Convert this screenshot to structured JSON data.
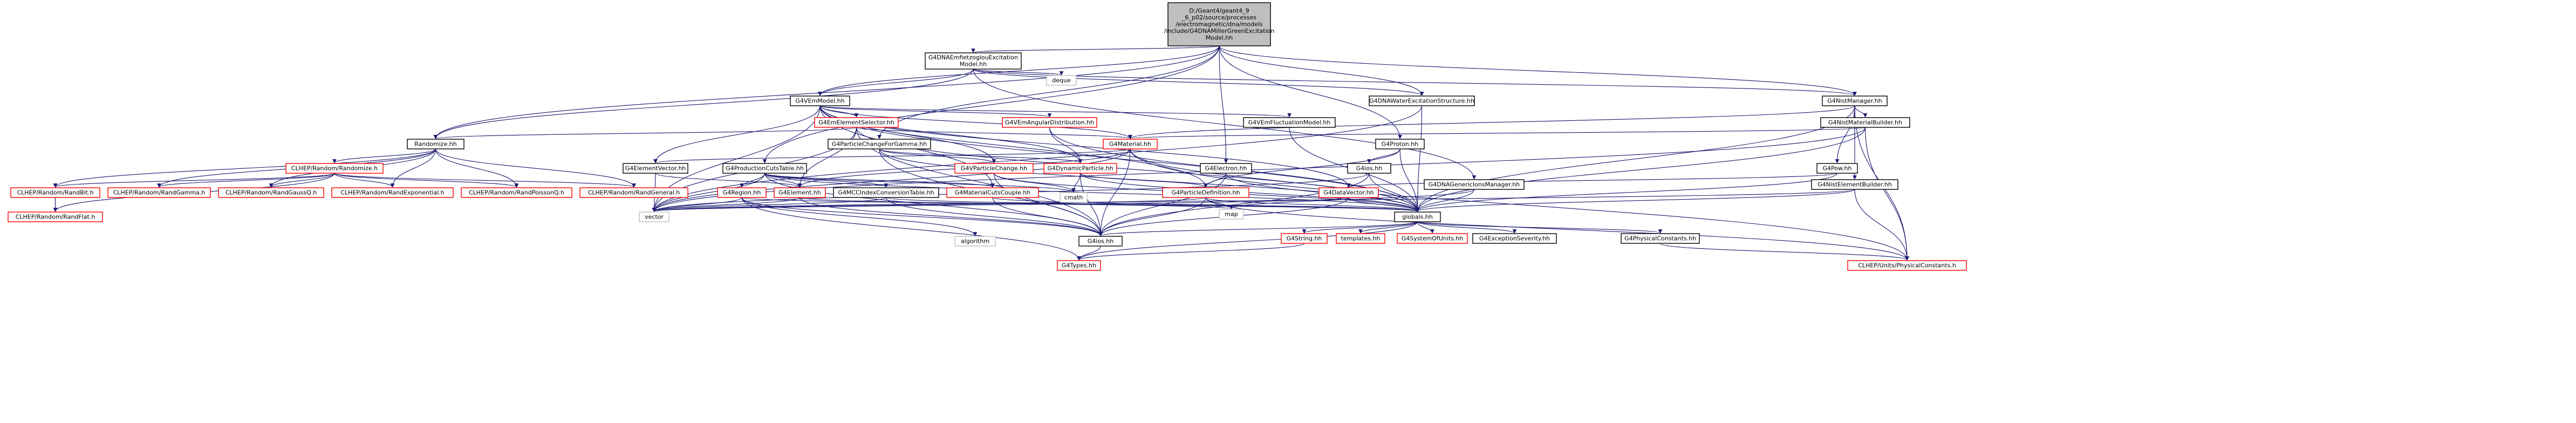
{
  "graph": {
    "root": "D:/Geant4/geant4_9_6_p02/source/processes/electromagnetic/dna/models/include/G4DNAMillerGreenExcitationModel.hh",
    "colors": {
      "edge": "#191970",
      "root_fill": "#bfbfbf",
      "node_fill": "#ffffff",
      "node_border": "#000000",
      "missing_border": "#ff0000"
    },
    "nodes": [
      {
        "id": "root",
        "lines": [
          "D:/Geant4/geant4_9",
          "_6_p02/source/processes",
          "/electromagnetic/dna/models",
          "/include/G4DNAMillerGreenExcitation",
          "Model.hh"
        ]
      },
      {
        "id": "G4DNAEmfietzoglouExcitationModel",
        "lines": [
          "G4DNAEmfietzoglouExcitation",
          "Model.hh"
        ]
      },
      {
        "id": "deque",
        "lines": [
          "deque"
        ]
      },
      {
        "id": "G4VEmModel",
        "lines": [
          "G4VEmModel.hh"
        ]
      },
      {
        "id": "G4DNAWaterExcitationStructure",
        "lines": [
          "G4DNAWaterExcitationStructure.hh"
        ]
      },
      {
        "id": "G4NistManager",
        "lines": [
          "G4NistManager.hh"
        ]
      },
      {
        "id": "G4EmElementSelector",
        "lines": [
          "G4EmElementSelector.hh"
        ]
      },
      {
        "id": "G4VEmAngularDistribution",
        "lines": [
          "G4VEmAngularDistribution.hh"
        ]
      },
      {
        "id": "G4VEmFluctuationModel",
        "lines": [
          "G4VEmFluctuationModel.hh"
        ]
      },
      {
        "id": "G4NistMaterialBuilder",
        "lines": [
          "G4NistMaterialBuilder.hh"
        ]
      },
      {
        "id": "Randomize",
        "lines": [
          "Randomize.hh"
        ]
      },
      {
        "id": "G4ParticleChangeForGamma",
        "lines": [
          "G4ParticleChangeForGamma.hh"
        ]
      },
      {
        "id": "G4Material",
        "lines": [
          "G4Material.hh"
        ]
      },
      {
        "id": "G4Proton",
        "lines": [
          "G4Proton.hh"
        ]
      },
      {
        "id": "CLHEP_Randomize",
        "lines": [
          "CLHEP/Random/Randomize.h"
        ]
      },
      {
        "id": "G4ElementVector",
        "lines": [
          "G4ElementVector.hh"
        ]
      },
      {
        "id": "G4ProductionCutsTable",
        "lines": [
          "G4ProductionCutsTable.hh"
        ]
      },
      {
        "id": "G4VParticleChange",
        "lines": [
          "G4VParticleChange.hh"
        ]
      },
      {
        "id": "G4DynamicParticle",
        "lines": [
          "G4DynamicParticle.hh"
        ]
      },
      {
        "id": "G4Electron",
        "lines": [
          "G4Electron.hh"
        ]
      },
      {
        "id": "G4ios",
        "lines": [
          "G4ios.hh"
        ]
      },
      {
        "id": "G4Pow",
        "lines": [
          "G4Pow.hh"
        ]
      },
      {
        "id": "RandBit",
        "lines": [
          "CLHEP/Random/RandBit.h"
        ]
      },
      {
        "id": "RandGamma",
        "lines": [
          "CLHEP/Random/RandGamma.h"
        ]
      },
      {
        "id": "RandGaussQ",
        "lines": [
          "CLHEP/Random/RandGaussQ.h"
        ]
      },
      {
        "id": "RandExponential",
        "lines": [
          "CLHEP/Random/RandExponential.h"
        ]
      },
      {
        "id": "RandPoissonQ",
        "lines": [
          "CLHEP/Random/RandPoissonQ.h"
        ]
      },
      {
        "id": "RandGeneral",
        "lines": [
          "CLHEP/Random/RandGeneral.h"
        ]
      },
      {
        "id": "G4Region",
        "lines": [
          "G4Region.hh"
        ]
      },
      {
        "id": "G4Element",
        "lines": [
          "G4Element.hh"
        ]
      },
      {
        "id": "G4MCCIndexConversionTable",
        "lines": [
          "G4MCCIndexConversionTable.hh"
        ]
      },
      {
        "id": "G4MaterialCutsCouple",
        "lines": [
          "G4MaterialCutsCouple.hh"
        ]
      },
      {
        "id": "cmath",
        "lines": [
          "cmath"
        ]
      },
      {
        "id": "G4ParticleDefinition",
        "lines": [
          "G4ParticleDefinition.hh"
        ]
      },
      {
        "id": "G4DataVector",
        "lines": [
          "G4DataVector.hh"
        ]
      },
      {
        "id": "G4DNAGenericIonsManager",
        "lines": [
          "G4DNAGenericIonsManager.hh"
        ]
      },
      {
        "id": "G4NistElementBuilder",
        "lines": [
          "G4NistElementBuilder.hh"
        ]
      },
      {
        "id": "RandFlat",
        "lines": [
          "CLHEP/Random/RandFlat.h"
        ]
      },
      {
        "id": "vector",
        "lines": [
          "vector"
        ]
      },
      {
        "id": "map",
        "lines": [
          "map"
        ]
      },
      {
        "id": "globals",
        "lines": [
          "globals.hh"
        ]
      },
      {
        "id": "G4ios2",
        "lines": [
          "G4ios.hh"
        ]
      },
      {
        "id": "algorithm",
        "lines": [
          "algorithm"
        ]
      },
      {
        "id": "G4String",
        "lines": [
          "G4String.hh"
        ]
      },
      {
        "id": "templates",
        "lines": [
          "templates.hh"
        ]
      },
      {
        "id": "G4SystemOfUnits",
        "lines": [
          "G4SystemOfUnits.hh"
        ]
      },
      {
        "id": "G4ExceptionSeverity",
        "lines": [
          "G4ExceptionSeverity.hh"
        ]
      },
      {
        "id": "G4PhysicalConstants",
        "lines": [
          "G4PhysicalConstants.hh"
        ]
      },
      {
        "id": "G4Types",
        "lines": [
          "G4Types.hh"
        ]
      },
      {
        "id": "PhysicalConstants",
        "lines": [
          "CLHEP/Units/PhysicalConstants.h"
        ]
      }
    ]
  }
}
